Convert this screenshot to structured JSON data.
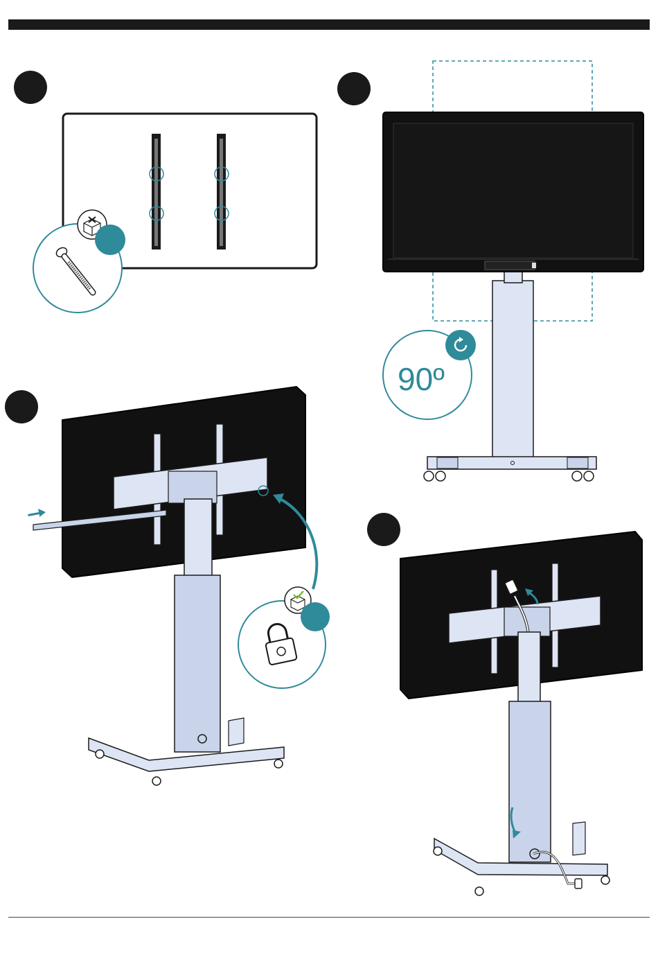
{
  "steps": [
    {
      "id": 1,
      "label": ""
    },
    {
      "id": 2,
      "label": ""
    },
    {
      "id": 3,
      "label": ""
    },
    {
      "id": 4,
      "label": ""
    }
  ],
  "rotation_callout": {
    "angle": "90º"
  },
  "colors": {
    "accent": "#2f8a9a",
    "panel": "#111111",
    "stand": "#c9d4ea",
    "stand_light": "#dde4f4",
    "outline": "#1a1a1a"
  },
  "icons": [
    "screw-icon",
    "open-box-icon",
    "padlock-icon",
    "rotate-icon",
    "arrow-icon",
    "plug-icon"
  ]
}
